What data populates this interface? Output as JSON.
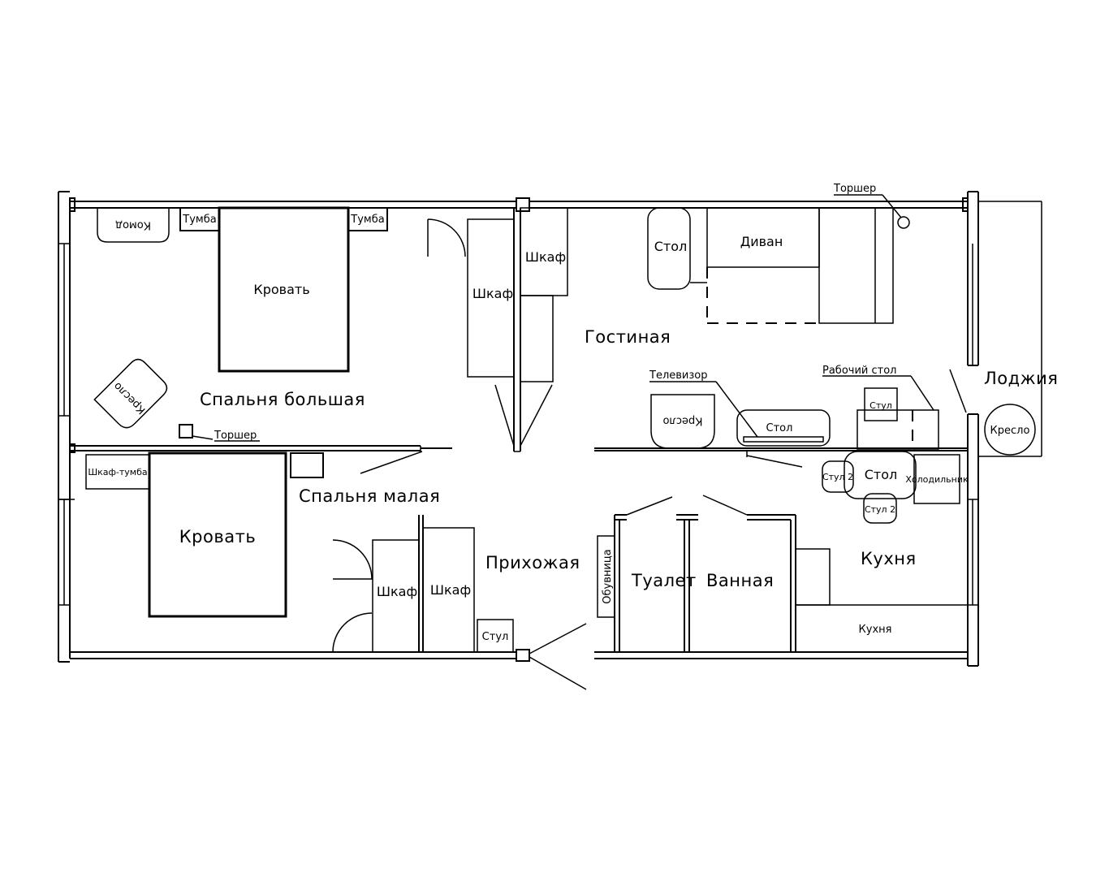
{
  "rooms": {
    "bedroom_large": "Спальня большая",
    "bedroom_small": "Спальня малая",
    "living": "Гостиная",
    "hallway": "Прихожая",
    "kitchen": "Кухня",
    "toilet": "Туалет",
    "bathroom": "Ванная",
    "loggia": "Лоджия"
  },
  "furniture": {
    "dresser": "Комод",
    "nightstand_left": "Тумба",
    "nightstand_right": "Тумба",
    "bed_large": "Кровать",
    "armchair_bedroom": "Кресло",
    "floor_lamp_bedroom": "Торшер",
    "wardrobe_bedroom": "Шкаф",
    "wardrobe_living": "Шкаф",
    "table_living": "Стол",
    "sofa": "Диван",
    "floor_lamp_living": "Торшер",
    "tv": "Телевизор",
    "armchair_living": "Кресло",
    "tv_table": "Стол",
    "desk": "Рабочий стол",
    "desk_chair": "Стул",
    "armchair_loggia": "Кресло",
    "cabinet_nightstand": "Шкаф-тумба",
    "bed_small": "Кровать",
    "wardrobe_hall_1": "Шкаф",
    "wardrobe_hall_2": "Шкаф",
    "chair_hall": "Стул",
    "shoe_rack": "Обувница",
    "kitchen_table": "Стол",
    "chair_2_left": "Стул 2",
    "chair_2_bottom": "Стул 2",
    "fridge": "Холодильник",
    "kitchen_counter": "Кухня"
  }
}
